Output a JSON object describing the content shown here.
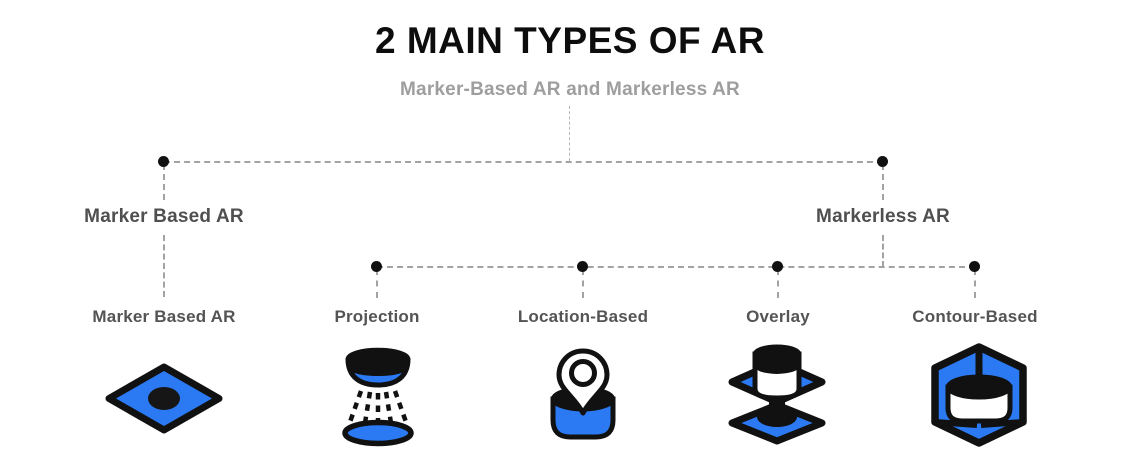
{
  "header": {
    "title": "2 MAIN TYPES OF AR",
    "subtitle": "Marker-Based AR and Markerless AR"
  },
  "tree": {
    "level1": [
      {
        "label": "Marker Based AR"
      },
      {
        "label": "Markerless AR"
      }
    ],
    "level2": [
      {
        "label": "Marker Based AR",
        "icon": "marker-diamond-icon"
      },
      {
        "label": "Projection",
        "icon": "projection-icon"
      },
      {
        "label": "Location-Based",
        "icon": "location-pin-icon"
      },
      {
        "label": "Overlay",
        "icon": "overlay-layers-icon"
      },
      {
        "label": "Contour-Based",
        "icon": "contour-box-icon"
      }
    ]
  },
  "colors": {
    "accent_blue": "#2b7af3",
    "outline_black": "#111111",
    "connector_gray": "#a3a3a3",
    "label_gray": "#4f4f4f",
    "title_black": "#0d0d0d",
    "subtitle_gray": "#9e9e9e"
  }
}
